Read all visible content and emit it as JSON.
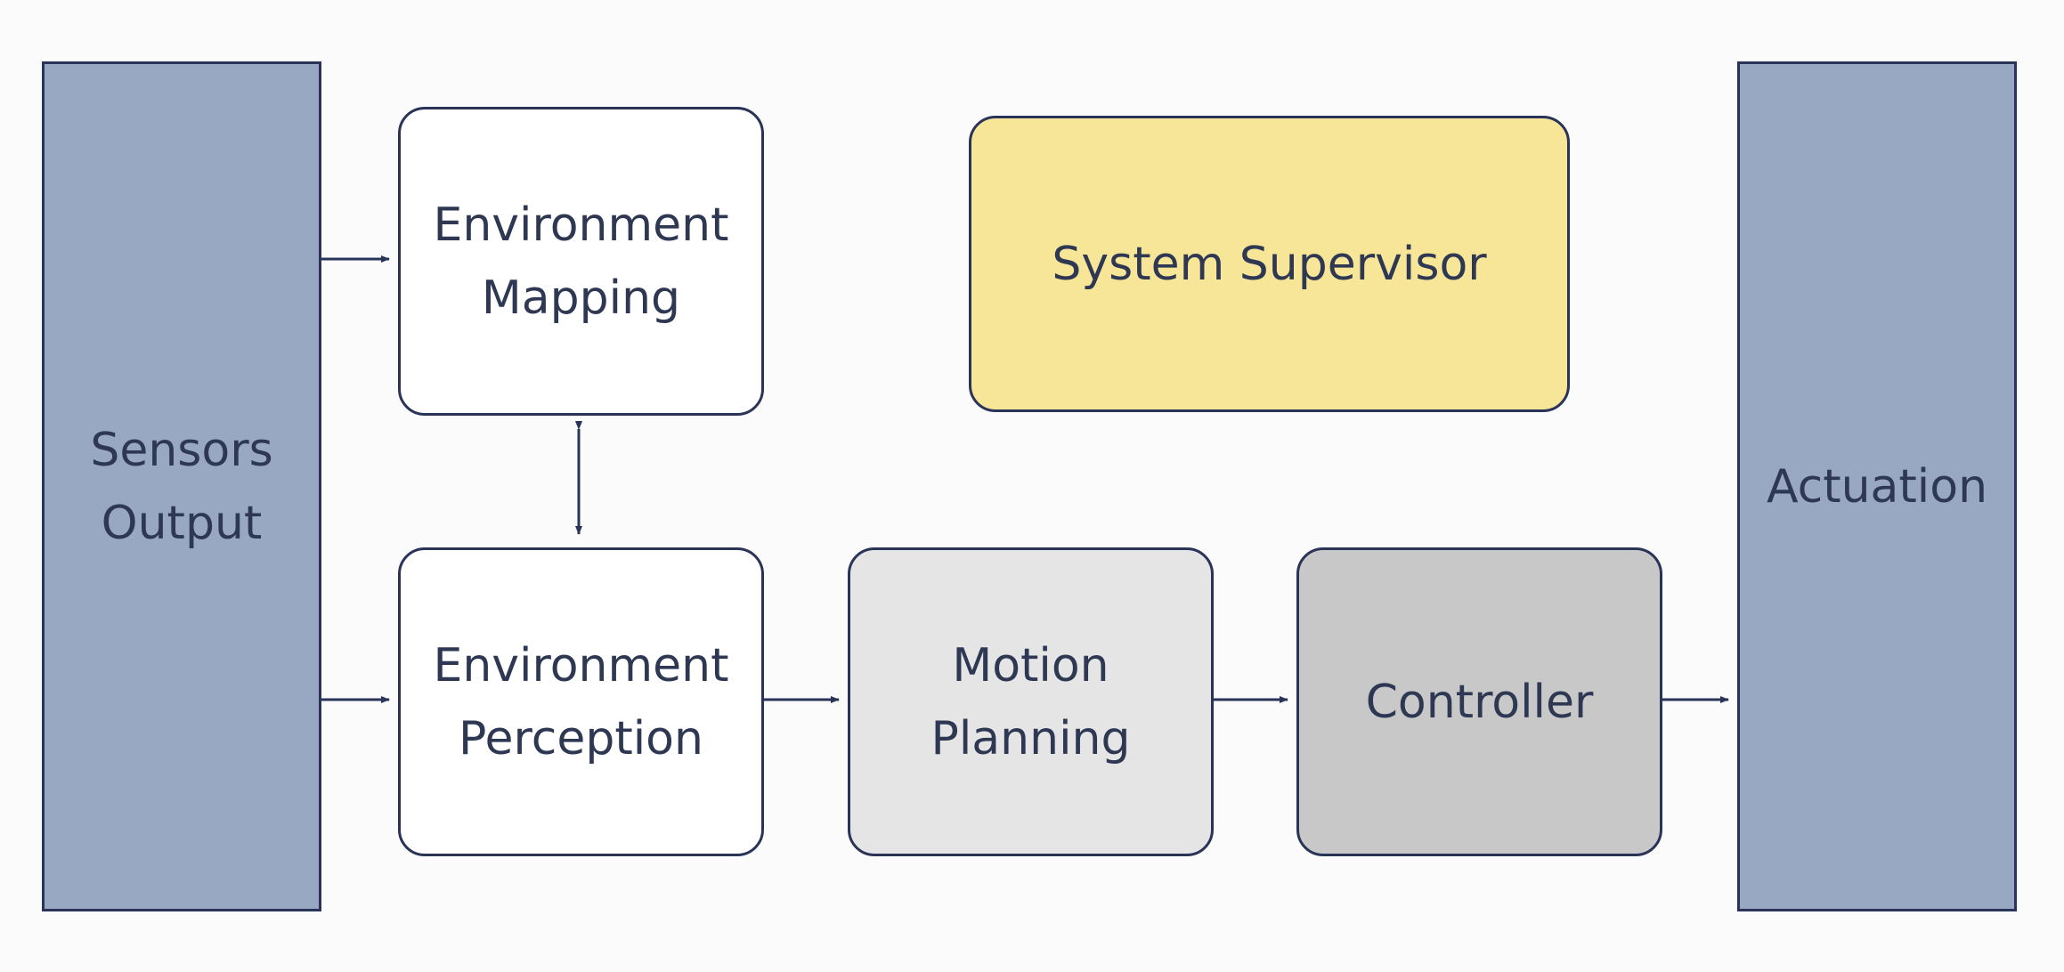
{
  "diagram": {
    "sensors_output": "Sensors\nOutput",
    "actuation": "Actuation",
    "environment_mapping": "Environment\nMapping",
    "environment_perception": "Environment\nPerception",
    "system_supervisor": "System Supervisor",
    "motion_planning": "Motion\nPlanning",
    "controller": "Controller"
  },
  "colors": {
    "side_blocks": "#98a8c3",
    "supervisor": "#f8e698",
    "motion_planning": "#e5e5e5",
    "controller": "#c8c8c8",
    "outline": "#2a3358"
  }
}
